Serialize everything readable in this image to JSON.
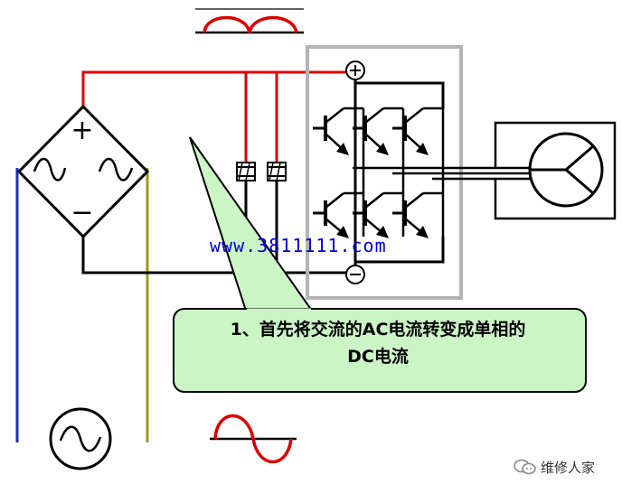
{
  "diagram": {
    "watermark": "www.3811111.com",
    "callout": {
      "line1": "1、首先将交流的AC电流转变成单相的",
      "line2": "DC电流"
    },
    "brand": "维修人家",
    "labels": {
      "bridge_plus": "+",
      "bridge_minus": "−",
      "bus_plus": "+",
      "bus_minus": "−"
    },
    "colors": {
      "positive_wire": "#dd0000",
      "negative_wire": "#000000",
      "ac_line_a": "#1f2fbf",
      "ac_line_b": "#9a9a20",
      "inverter_box": "#b4b4b4",
      "callout_fill": "#ccf5c6",
      "waveform": "#dd0000",
      "watermark": "#0000dd",
      "transistor_arrow": "#000000"
    }
  }
}
